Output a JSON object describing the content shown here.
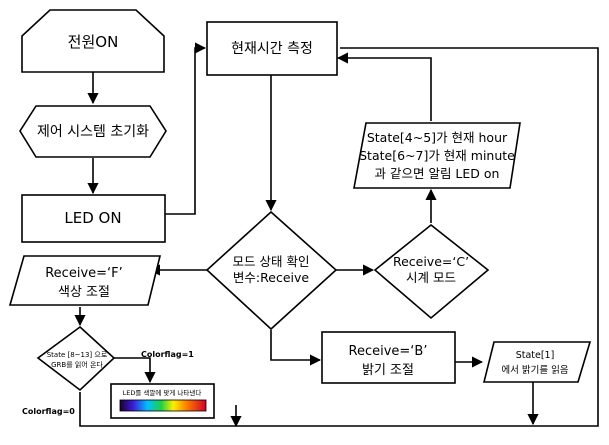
{
  "nodes": {
    "power_on": "전원ON",
    "init": "제어 시스템  초기화",
    "led_on": "LED ON",
    "measure": "현재시간 측정",
    "alarm_line1": "State[4~5]가  현재 hour",
    "alarm_line2": "State[6~7]가 현재 minute",
    "alarm_line3": "과 같으면 알림 LED on",
    "mode_line1": "모드 상태 확인",
    "mode_line2": "변수:Receive",
    "c_line1": "Receive=‘C’",
    "c_line2": "시계 모드",
    "f_line1": "Receive=‘F’",
    "f_line2": "색상 조절",
    "state_line1": "State [8~13] 으로",
    "state_line2": "GRB를 읽어 온다",
    "b_line1": "Receive=‘B’",
    "b_line2": "밝기 조절",
    "state1_line1": "State[1]",
    "state1_line2": "에서 밝기를 읽음",
    "led_color": "LED를 색깔에 맞게 나타낸다"
  },
  "labels": {
    "colorflag1": "Colorflag=1",
    "colorflag0": "Colorflag=0"
  }
}
